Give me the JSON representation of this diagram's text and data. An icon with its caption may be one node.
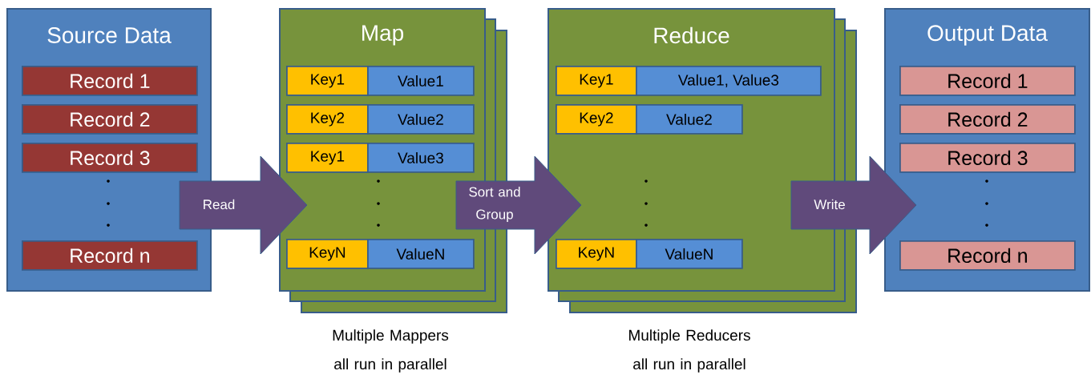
{
  "diagram": {
    "nodes": [
      {
        "text": [
          "Source Data"
        ]
      },
      {
        "text": [
          "Record 1"
        ],
        "in": 0
      },
      {
        "text": [
          "Record 2"
        ],
        "in": 0
      },
      {
        "text": [
          "Record 3"
        ],
        "in": 0
      },
      {
        "text": [
          "Record n"
        ],
        "in": 0
      },
      {
        "text": [
          "Map"
        ],
        "beside": [
          "Multiple Mappers all run in parallel"
        ]
      },
      {
        "text": [
          "Key1"
        ],
        "in": 5
      },
      {
        "text": [
          "Value1"
        ],
        "in": 5
      },
      {
        "text": [
          "Key2"
        ],
        "in": 5
      },
      {
        "text": [
          "Value2"
        ],
        "in": 5
      },
      {
        "text": [
          "Key1"
        ],
        "in": 5
      },
      {
        "text": [
          "Value3"
        ],
        "in": 5
      },
      {
        "text": [
          "KeyN"
        ],
        "in": 5
      },
      {
        "text": [
          "ValueN"
        ],
        "in": 5
      },
      {
        "text": [
          "Reduce"
        ],
        "beside": [
          "Multiple Reducers all run in parallel"
        ]
      },
      {
        "text": [
          "Key1"
        ],
        "in": 14
      },
      {
        "text": [
          "Value1, Value3"
        ],
        "in": 14
      },
      {
        "text": [
          "Key2"
        ],
        "in": 14
      },
      {
        "text": [
          "Value2"
        ],
        "in": 14
      },
      {
        "text": [
          "KeyN"
        ],
        "in": 14
      },
      {
        "text": [
          "ValueN"
        ],
        "in": 14
      },
      {
        "text": [
          "Output Data"
        ]
      },
      {
        "text": [
          "Record 1"
        ],
        "in": 21
      },
      {
        "text": [
          "Record 2"
        ],
        "in": 21
      },
      {
        "text": [
          "Record 3"
        ],
        "in": 21
      },
      {
        "text": [
          "Record n"
        ],
        "in": 21
      }
    ],
    "edges": [
      {
        "from": 0,
        "to": 5,
        "arrow": "to",
        "label": "Read"
      },
      {
        "from": 5,
        "to": 14,
        "arrow": "to",
        "label": "Sort and Group"
      },
      {
        "from": 14,
        "to": 21,
        "arrow": "to",
        "label": "Write"
      }
    ]
  }
}
